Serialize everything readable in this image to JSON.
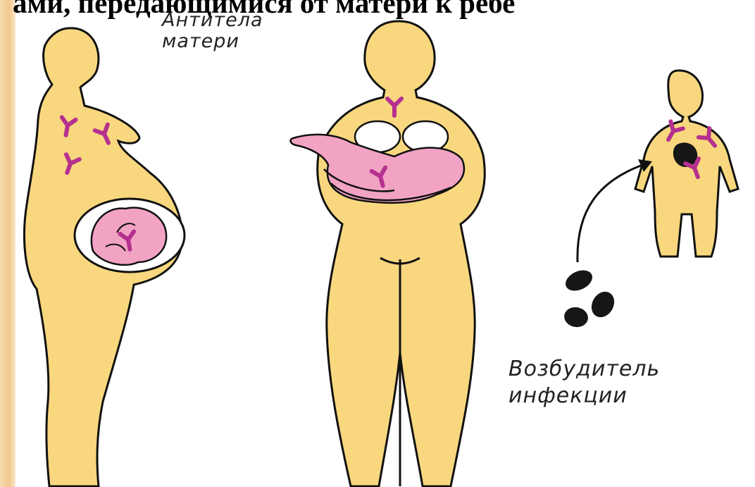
{
  "heading": "ами, передающимися от матери к ребе",
  "labels": {
    "antibodies_line1": "Антитела",
    "antibodies_line2": "матери",
    "pathogen_line1": "Возбудитель",
    "pathogen_line2": "инфекции"
  },
  "colors": {
    "skin": "#f8d77e",
    "outline": "#111111",
    "antibody": "#b5308f",
    "fetus": "#f2a3c4",
    "pathogen": "#161616",
    "accent_strip": "#f3c890"
  },
  "icons": {
    "antibody": "y-shaped-antibody-icon",
    "pathogen": "pathogen-particle-icon"
  }
}
